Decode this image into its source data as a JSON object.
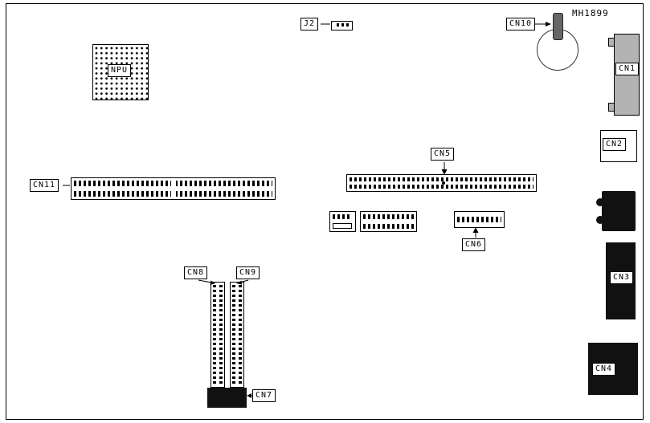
{
  "diagram_title": "MH1899",
  "labels": {
    "j2": "J2",
    "cn10": "CN10",
    "npu": "NPU",
    "cn1": "CN1",
    "cn2": "CN2",
    "cn3": "CN3",
    "cn4": "CN4",
    "cn5": "CN5",
    "cn6": "CN6",
    "cn7": "CN7",
    "cn8": "CN8",
    "cn9": "CN9",
    "cn11": "CN11"
  },
  "colors": {
    "line": "#000000",
    "background": "#ffffff",
    "component_dark": "#111111",
    "component_gray": "#b3b3b3",
    "battery_clip_gray": "#666666"
  }
}
